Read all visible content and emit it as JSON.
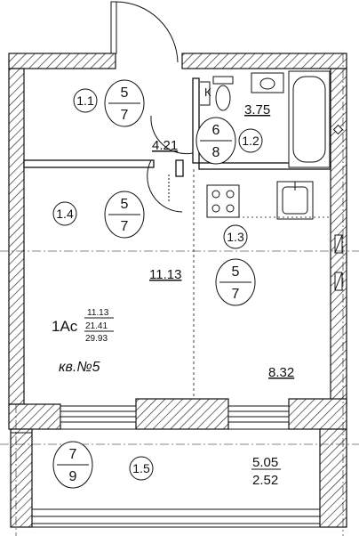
{
  "rooms": {
    "r11": {
      "code": "1.1",
      "num": "5",
      "den": "7"
    },
    "r12": {
      "code": "1.2",
      "num": "6",
      "den": "8",
      "area": "4.21"
    },
    "bath": {
      "code": "К",
      "area": "3.75"
    },
    "r14": {
      "code": "1.4",
      "num": "5",
      "den": "7"
    },
    "r13": {
      "code": "1.3",
      "num": "5",
      "den": "7",
      "area": "11.13"
    },
    "kitchen": {
      "area": "8.32"
    },
    "r15": {
      "code": "1.5",
      "num": "7",
      "den": "9",
      "area": "5.05",
      "area2": "2.52"
    }
  },
  "apartment": {
    "type": "1Ас",
    "areas": [
      "11.13",
      "21.41",
      "29.93"
    ],
    "label": "кв.№5"
  }
}
